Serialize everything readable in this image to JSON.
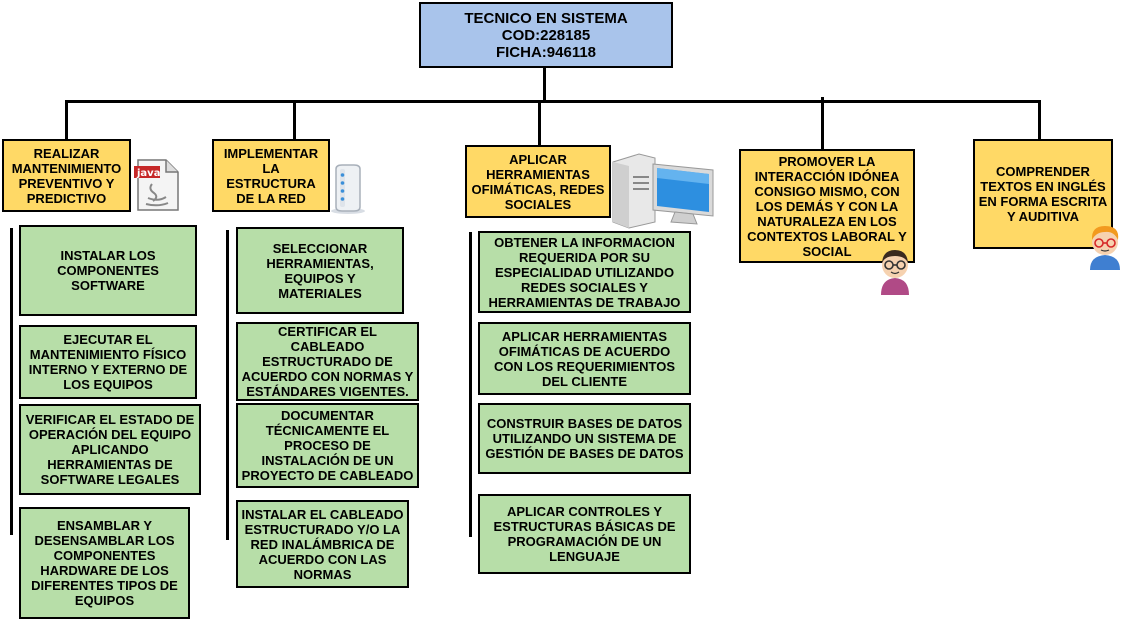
{
  "root": {
    "title": "TECNICO EN SISTEMA",
    "code": "COD:228185",
    "ficha": "FICHA:946118"
  },
  "categories": [
    {
      "label": "REALIZAR MANTENIMIENTO PREVENTIVO Y PREDICTIVO",
      "icon": "java-file-icon",
      "tasks": [
        "INSTALAR LOS COMPONENTES SOFTWARE",
        "EJECUTAR EL MANTENIMIENTO FÍSICO INTERNO Y EXTERNO DE LOS EQUIPOS",
        "VERIFICAR EL ESTADO DE OPERACIÓN DEL EQUIPO APLICANDO HERRAMIENTAS DE SOFTWARE LEGALES",
        "ENSAMBLAR Y DESENSAMBLAR LOS COMPONENTES HARDWARE DE LOS DIFERENTES TIPOS DE EQUIPOS"
      ]
    },
    {
      "label": "IMPLEMENTAR LA ESTRUCTURA DE LA RED",
      "icon": "router-icon",
      "tasks": [
        "SELECCIONAR HERRAMIENTAS, EQUIPOS Y MATERIALES",
        "CERTIFICAR EL CABLEADO ESTRUCTURADO DE ACUERDO CON NORMAS Y ESTÁNDARES VIGENTES.",
        "DOCUMENTAR TÉCNICAMENTE EL PROCESO DE INSTALACIÓN DE UN PROYECTO DE CABLEADO",
        "INSTALAR EL CABLEADO ESTRUCTURADO Y/O LA RED INALÁMBRICA DE ACUERDO CON LAS NORMAS"
      ]
    },
    {
      "label": "APLICAR HERRAMIENTAS OFIMÁTICAS, REDES SOCIALES",
      "icon": "desktop-computer-icon",
      "tasks": [
        "OBTENER LA INFORMACION REQUERIDA POR SU ESPECIALIDAD UTILIZANDO REDES SOCIALES Y HERRAMIENTAS DE TRABAJO",
        "APLICAR HERRAMIENTAS OFIMÁTICAS DE ACUERDO CON LOS REQUERIMIENTOS DEL CLIENTE",
        "CONSTRUIR BASES DE DATOS UTILIZANDO UN SISTEMA DE GESTIÓN DE BASES DE DATOS",
        "APLICAR CONTROLES Y ESTRUCTURAS BÁSICAS DE PROGRAMACIÓN DE UN LENGUAJE"
      ]
    },
    {
      "label": "PROMOVER LA INTERACCIÓN IDÓNEA CONSIGO MISMO, CON LOS DEMÁS Y CON LA NATURALEZA EN LOS CONTEXTOS LABORAL Y SOCIAL",
      "icon": "person-with-glasses-icon",
      "tasks": []
    },
    {
      "label": "COMPRENDER TEXTOS EN INGLÉS EN FORMA ESCRITA Y AUDITIVA",
      "icon": "student-avatar-icon",
      "tasks": []
    }
  ],
  "colors": {
    "root": "#a9c4eb",
    "category": "#ffd966",
    "task": "#b7dea8",
    "border": "#000000"
  }
}
